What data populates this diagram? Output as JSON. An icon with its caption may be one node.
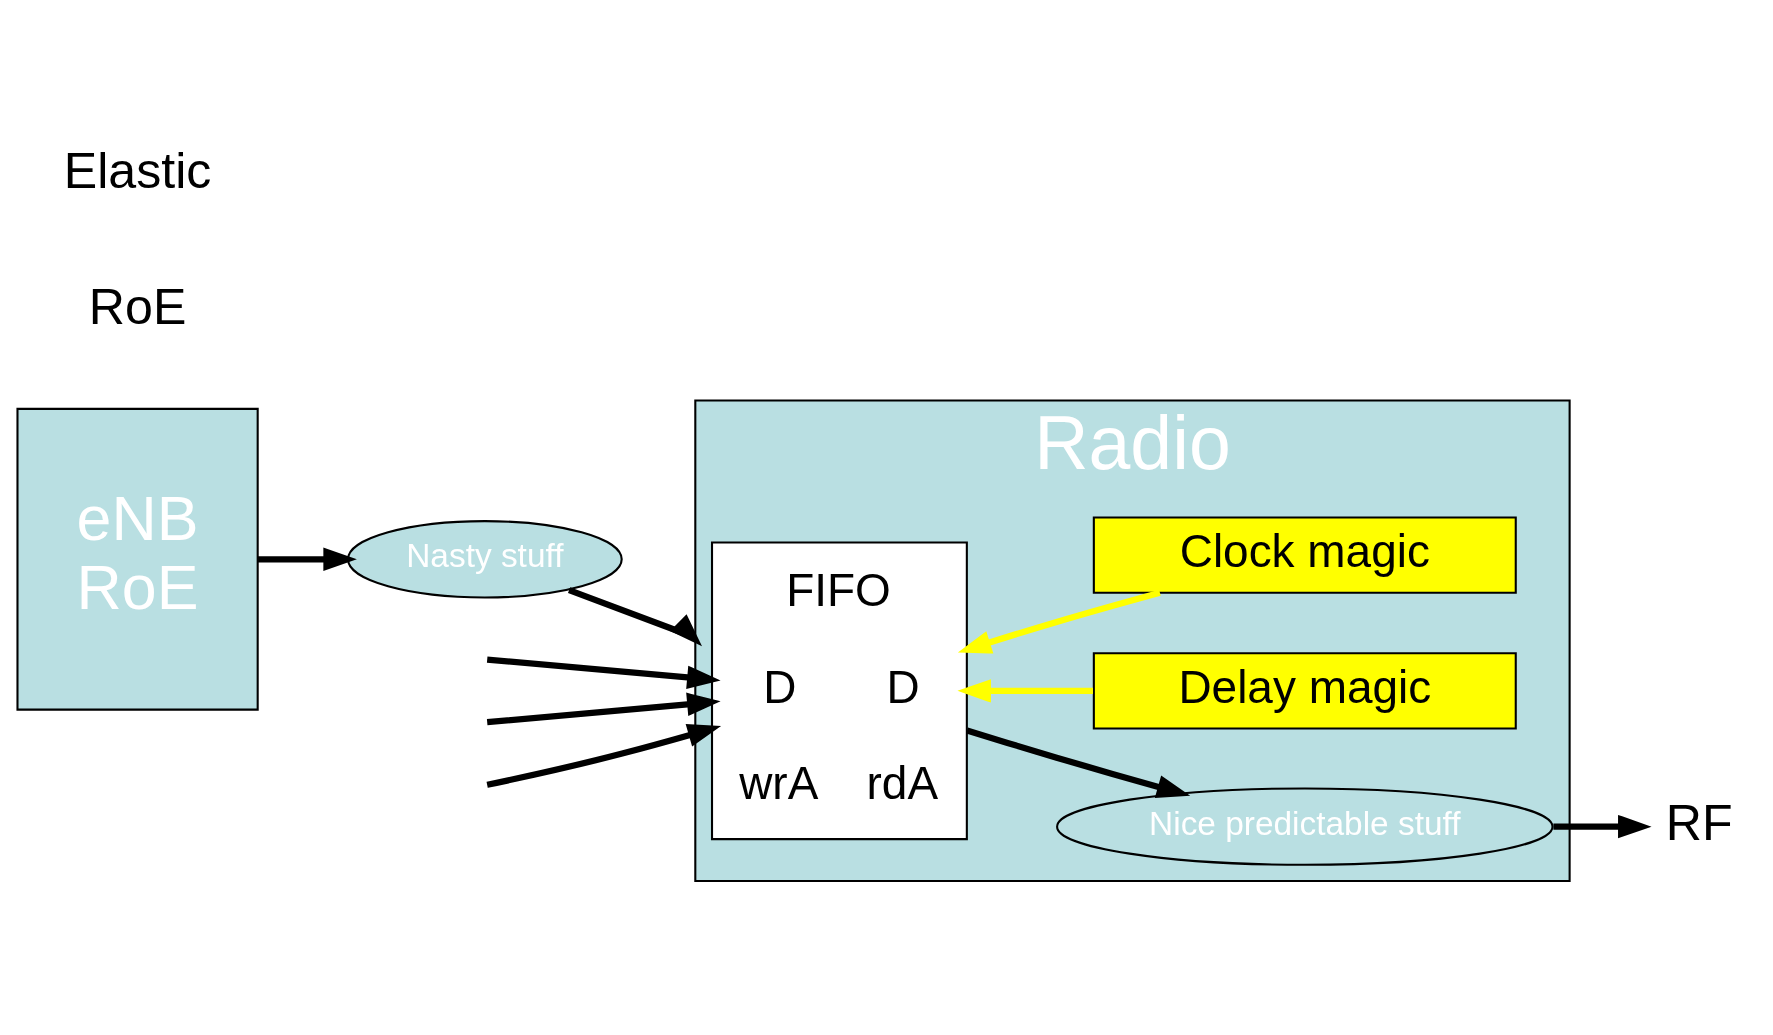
{
  "diagram": {
    "nodes": [
      {
        "text": [
          "eNB",
          "RoE"
        ]
      },
      {
        "text": [
          "Nasty stuff"
        ]
      },
      {
        "text": [
          "Radio"
        ]
      },
      {
        "text": [
          "FIFO",
          "D",
          "D",
          "wrA",
          "rdA"
        ],
        "in": 2
      },
      {
        "text": [
          "Nice predictable stuff"
        ],
        "in": 2
      },
      {
        "text": [
          "Delay magic"
        ],
        "in": 2
      },
      {
        "text": [
          "Clock magic"
        ],
        "in": 2
      },
      {
        "text": [
          "RF"
        ]
      }
    ],
    "edges": [
      {
        "from": 0,
        "to": 1,
        "arrow": "to"
      },
      {
        "from": 1,
        "to": 2,
        "arrow": "to"
      },
      {
        "from": null,
        "to": 3,
        "arrow": "to"
      },
      {
        "from": null,
        "to": 3,
        "arrow": "to"
      },
      {
        "from": null,
        "to": 3,
        "arrow": "to"
      },
      {
        "from": 3,
        "to": 4,
        "arrow": "to"
      },
      {
        "from": 4,
        "to": 7,
        "arrow": "to"
      },
      {
        "from": 5,
        "to": 3,
        "arrow": "to",
        "color": "#ffff00"
      },
      {
        "from": 6,
        "to": 3,
        "arrow": "to",
        "color": "#ffff00"
      }
    ],
    "labels": [
      "RoE",
      "Elastic"
    ]
  }
}
